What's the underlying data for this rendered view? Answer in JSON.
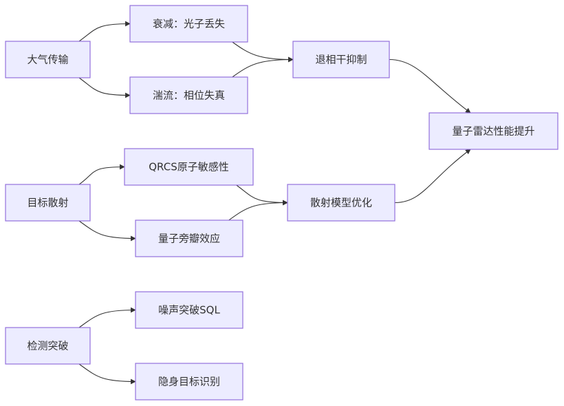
{
  "nodes": {
    "atmosphere": "大气传输",
    "decay": "衰减：光子丢失",
    "turbulence": "湍流：相位失真",
    "decoherence": "退相干抑制",
    "radar": "量子雷达性能提升",
    "target_scatter": "目标散射",
    "qrcs": "QRCS原子敏感性",
    "sidelobe": "量子旁瓣效应",
    "scatter_opt": "散射模型优化",
    "detect": "检测突破",
    "noise": "噪声突破SQL",
    "stealth": "隐身目标识别"
  },
  "edges": [
    [
      "atmosphere",
      "decay"
    ],
    [
      "atmosphere",
      "turbulence"
    ],
    [
      "decay",
      "decoherence"
    ],
    [
      "turbulence",
      "decoherence"
    ],
    [
      "decoherence",
      "radar"
    ],
    [
      "target_scatter",
      "qrcs"
    ],
    [
      "target_scatter",
      "sidelobe"
    ],
    [
      "qrcs",
      "scatter_opt"
    ],
    [
      "sidelobe",
      "scatter_opt"
    ],
    [
      "scatter_opt",
      "radar"
    ],
    [
      "detect",
      "noise"
    ],
    [
      "detect",
      "stealth"
    ]
  ]
}
